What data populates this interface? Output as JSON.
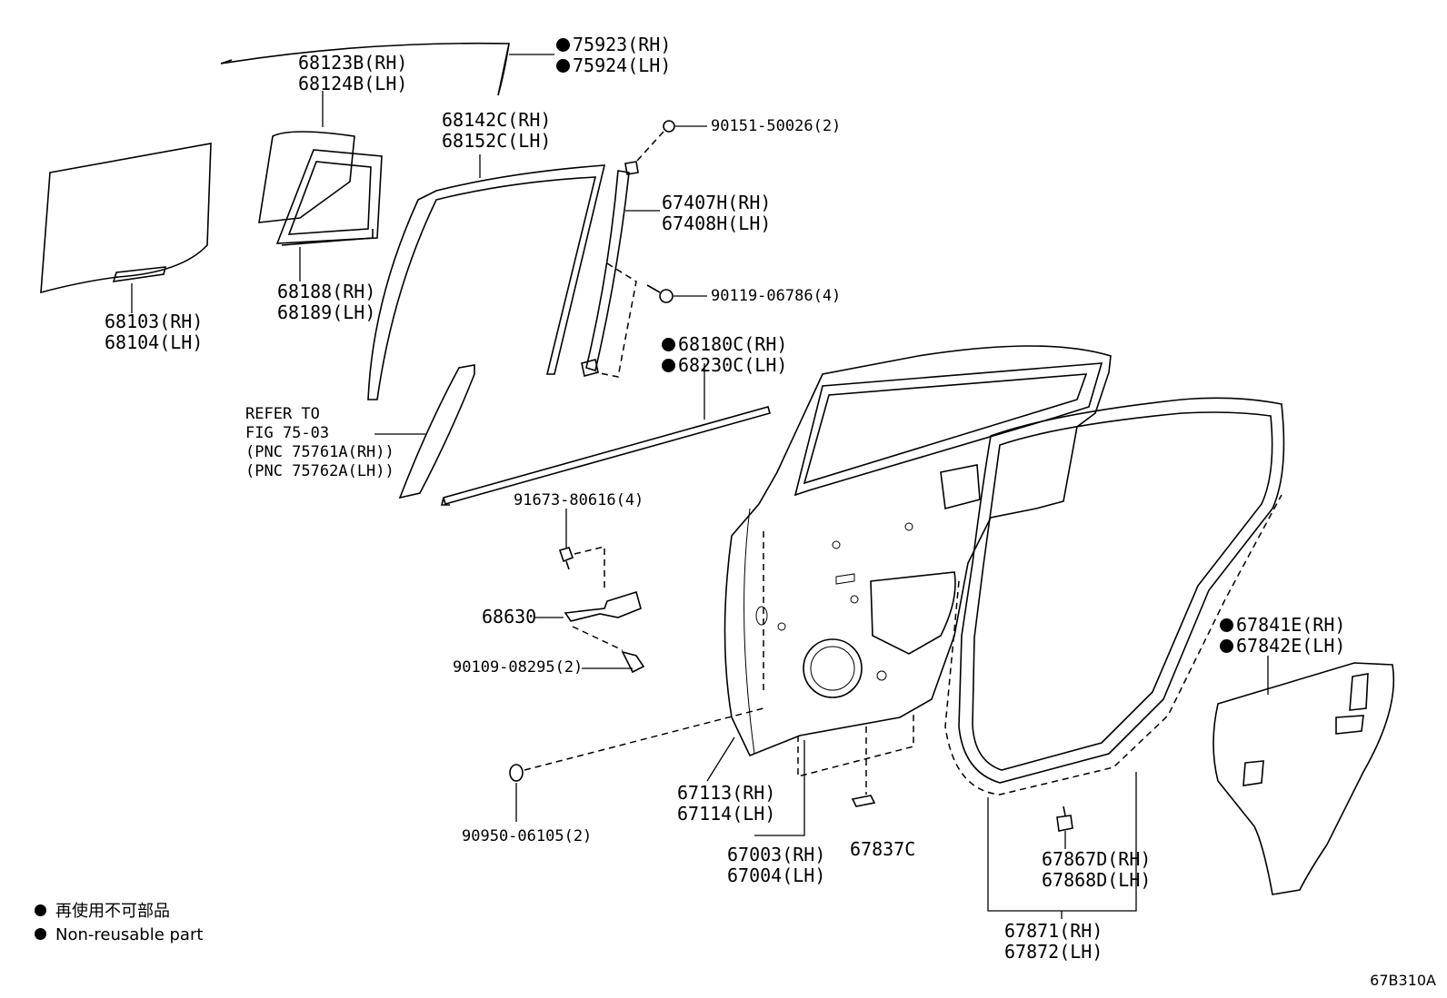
{
  "callouts": {
    "c75923": {
      "lines": [
        "75923(RH)",
        "75924(LH)"
      ],
      "non_reusable": true
    },
    "c68123": {
      "lines": [
        "68123B(RH)",
        "68124B(LH)"
      ]
    },
    "c68142": {
      "lines": [
        "68142C(RH)",
        "68152C(LH)"
      ]
    },
    "c90151": {
      "lines": [
        "90151-50026(2)"
      ]
    },
    "c67407": {
      "lines": [
        "67407H(RH)",
        "67408H(LH)"
      ]
    },
    "c90119": {
      "lines": [
        "90119-06786(4)"
      ]
    },
    "c68180": {
      "lines": [
        "68180C(RH)",
        "68230C(LH)"
      ],
      "non_reusable": true
    },
    "c68188": {
      "lines": [
        "68188(RH)",
        "68189(LH)"
      ]
    },
    "c68103": {
      "lines": [
        "68103(RH)",
        "68104(LH)"
      ]
    },
    "refer": {
      "lines": [
        "REFER TO",
        "FIG 75-03",
        "(PNC 75761A(RH))",
        "(PNC 75762A(LH))"
      ]
    },
    "c91673": {
      "lines": [
        "91673-80616(4)"
      ]
    },
    "c68630": {
      "lines": [
        "68630"
      ]
    },
    "c90109": {
      "lines": [
        "90109-08295(2)"
      ]
    },
    "c90950": {
      "lines": [
        "90950-06105(2)"
      ]
    },
    "c67113": {
      "lines": [
        "67113(RH)",
        "67114(LH)"
      ]
    },
    "c67003": {
      "lines": [
        "67003(RH)",
        "67004(LH)"
      ]
    },
    "c67837": {
      "lines": [
        "67837C"
      ]
    },
    "c67867": {
      "lines": [
        "67867D(RH)",
        "67868D(LH)"
      ]
    },
    "c67871": {
      "lines": [
        "67871(RH)",
        "67872(LH)"
      ]
    },
    "c67841": {
      "lines": [
        "67841E(RH)",
        "67842E(LH)"
      ],
      "non_reusable": true
    }
  },
  "legend": {
    "jp": "再使用不可部品",
    "en": "Non-reusable part"
  },
  "figure_id": "67B310A",
  "colors": {
    "ink": "#000000",
    "background": "#ffffff"
  }
}
